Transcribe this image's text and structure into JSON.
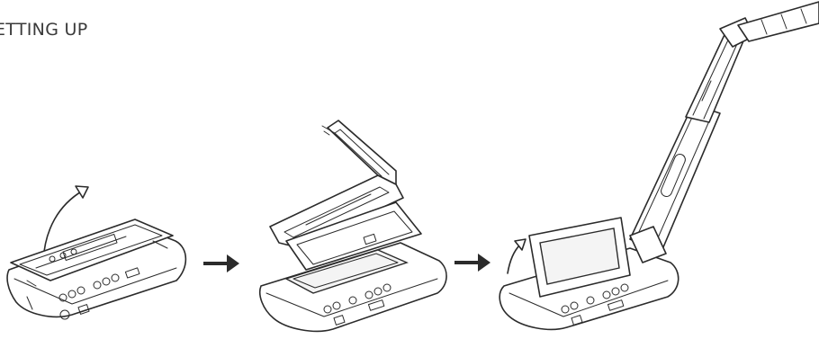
{
  "header": {
    "title": "ETTING UP"
  },
  "steps": [
    {
      "name": "folded-unit"
    },
    {
      "name": "unfolding-unit"
    },
    {
      "name": "deployed-unit"
    }
  ],
  "colors": {
    "line": "#2b2b2b",
    "background": "#ffffff",
    "text": "#3a3a3a"
  }
}
